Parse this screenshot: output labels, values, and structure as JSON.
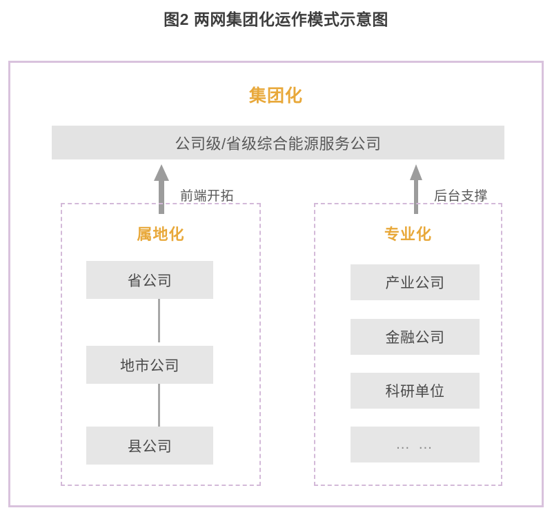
{
  "figure": {
    "title": "图2 两网集团化运作模式示意图"
  },
  "diagram": {
    "group_heading": "集团化",
    "top_node": "公司级/省级综合能源服务公司",
    "accent_color": "#e8a83a",
    "frame_color": "#d9c2dd",
    "panel_border_color": "#d3b9d8",
    "node_fill": "#e6e6e6",
    "arrows": [
      {
        "name": "front-end-expansion",
        "label": "前端开拓",
        "icon": "arrow-up-icon"
      },
      {
        "name": "back-office-support",
        "label": "后台支撑",
        "icon": "arrow-up-icon"
      }
    ],
    "panels": [
      {
        "title": "属地化",
        "nodes": [
          {
            "label": "省公司"
          },
          {
            "label": "地市公司"
          },
          {
            "label": "县公司"
          }
        ]
      },
      {
        "title": "专业化",
        "nodes": [
          {
            "label": "产业公司"
          },
          {
            "label": "金融公司"
          },
          {
            "label": "科研单位"
          },
          {
            "label": "… …"
          }
        ]
      }
    ]
  }
}
